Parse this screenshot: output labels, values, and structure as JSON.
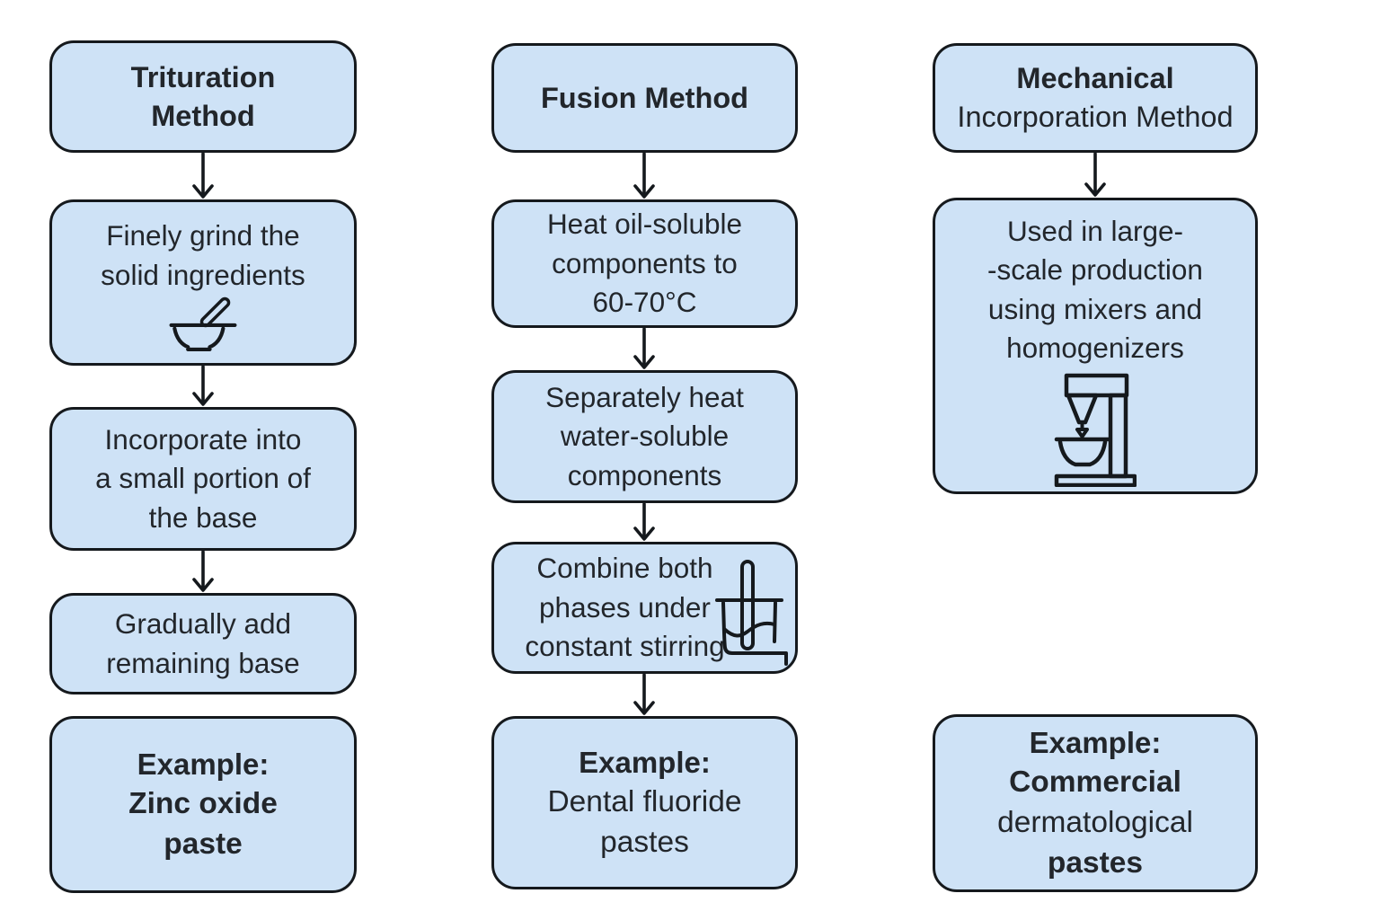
{
  "colors": {
    "background": "#ffffff",
    "box_fill": "#cee2f6",
    "box_border": "#15191d",
    "text": "#22262b",
    "arrow": "#15191d"
  },
  "columns": [
    {
      "title": "Trituration\nMethod",
      "steps": [
        {
          "text": "Finely grind the\nsolid ingredients",
          "icon": "mortar-pestle-icon"
        },
        {
          "text": "Incorporate into\na small portion of\nthe base"
        },
        {
          "text": "Gradually add\nremaining base"
        }
      ],
      "example": {
        "label": "Example:",
        "value": "Zinc oxide\npaste"
      }
    },
    {
      "title": "Fusion Method",
      "steps": [
        {
          "text": "Heat oil-soluble\ncomponents to\n60-70°C"
        },
        {
          "text": "Separately heat\nwater-soluble\ncomponents"
        },
        {
          "text": "Combine both\nphases under\nconstant stirring",
          "icon": "beaker-stirring-rod-icon"
        }
      ],
      "example": {
        "label": "Example:",
        "value": "Dental fluoride\npastes"
      }
    },
    {
      "title_line1": "Mechanical",
      "title_line2": "Incorporation Method",
      "steps": [
        {
          "text": "Used in large-\n-scale production\nusing mixers and\nhomogenizers",
          "icon": "stand-mixer-icon"
        }
      ],
      "example": {
        "label": "Example:",
        "value_medium": "Commercial",
        "value_regular": "dermatological",
        "value_bold": "pastes"
      }
    }
  ]
}
